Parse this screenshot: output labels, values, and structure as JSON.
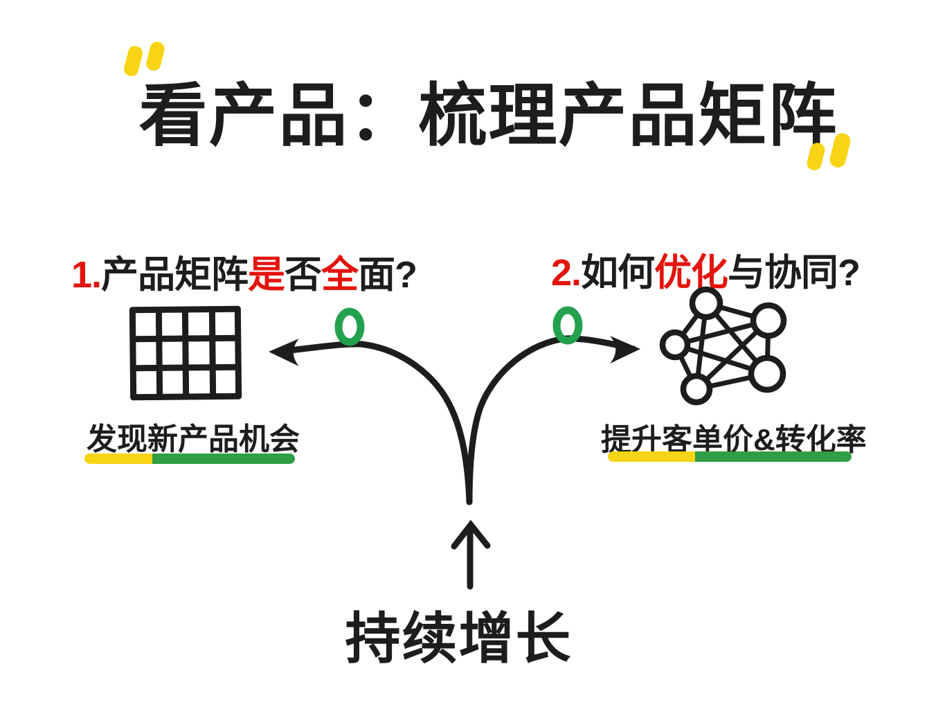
{
  "colors": {
    "ink": "#1d1d1d",
    "red": "#e3140d",
    "yellow": "#f7d414",
    "green_loop": "#23a14e",
    "green_underline": "#2f9e45",
    "background": "#ffffff"
  },
  "title": {
    "text": "看产品：梳理产品矩阵",
    "open_quote_icon": "double-quote-open",
    "close_quote_icon": "double-quote-close"
  },
  "sections": {
    "left": {
      "heading_segments": [
        {
          "text": "1.",
          "color": "#e3140d"
        },
        {
          "text": "产品矩阵",
          "color": "#1d1d1d"
        },
        {
          "text": "是",
          "color": "#e3140d"
        },
        {
          "text": "否",
          "color": "#1d1d1d"
        },
        {
          "text": "全",
          "color": "#e3140d"
        },
        {
          "text": "面?",
          "color": "#1d1d1d"
        }
      ],
      "icon": "matrix-grid-icon",
      "caption": "发现新产品机会"
    },
    "right": {
      "heading_segments": [
        {
          "text": "2.",
          "color": "#e3140d"
        },
        {
          "text": "如何",
          "color": "#1d1d1d"
        },
        {
          "text": "优化",
          "color": "#e3140d"
        },
        {
          "text": "与协同?",
          "color": "#1d1d1d"
        }
      ],
      "icon": "network-graph-icon",
      "caption": "提升客单价&转化率"
    }
  },
  "center": {
    "branch_icon": "split-arrows",
    "loop_icon": "green-loop",
    "up_arrow_icon": "up-arrow",
    "bottom_label": "持续增长"
  }
}
